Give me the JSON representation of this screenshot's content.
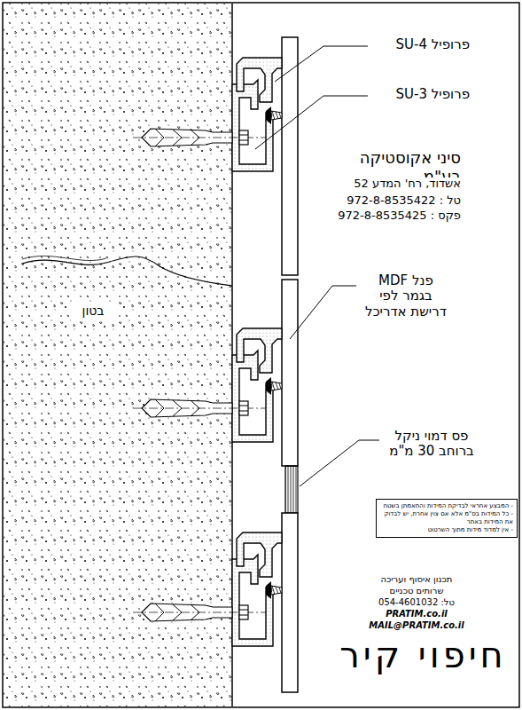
{
  "diagram": {
    "title": "חיפוי קיר",
    "nodes": [
      {
        "text": [
          "- המבצע אחראי לבדיקת המידות והתאמתן בשטח",
          "- כל המידות בס\"מ אלא אם צוין אחרת, יש לבדוק את המידות באתר",
          "- אין למדוד מידות מתוך השרטוט"
        ]
      }
    ],
    "labels": [
      "פרופיל SU-4",
      "פרופיל SU-3",
      "סיני אקוסטיקה בע\"מ",
      "אשדוד, רח' המדע 52",
      "טל : 972-8-8535422",
      "פקס : 972-8-8535425",
      "פנל MDF בגמר לפי דרישת אדריכל",
      "בטון",
      "פס דמוי ניקל ברוחב 30 מ\"מ",
      "תכנון איסוף ועריכה",
      "שרותים טכניים",
      "טל: 054-4601032",
      "PRATIM.co.il",
      "MAIL@PRATIM.co.il"
    ]
  }
}
